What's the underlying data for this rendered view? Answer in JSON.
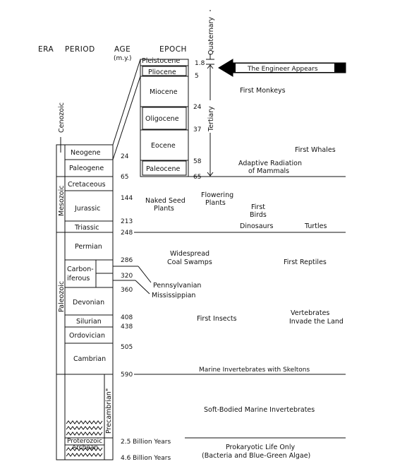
{
  "header": {
    "era": "ERA",
    "period": "PERIOD",
    "age": "AGE",
    "age_unit": "(m.y.)",
    "epoch": "EPOCH"
  },
  "eras": {
    "cenozoic": "Cenozoic",
    "mesozoic": "Mesozoic",
    "paleozoic": "Paleozoic",
    "precambrian": "Precambrian\""
  },
  "periods": {
    "neogene": "Neogene",
    "paleogene": "Paleogene",
    "cretaceous": "Cretaceous",
    "jurassic": "Jurassic",
    "triassic": "Triassic",
    "permian": "Permian",
    "carboniferous_1": "Carbon-",
    "carboniferous_2": "iferous",
    "devonian": "Devonian",
    "silurian": "Silurian",
    "ordovician": "Ordovician",
    "cambrian": "Cambrian",
    "proterozoic": "Proterozoic",
    "archean": "Archean",
    "pennsylvanian": "Pennsylvanian",
    "mississippian": "Mississippian"
  },
  "epochs": {
    "pleistocene": "Pleistocene",
    "pliocene": "Pliocene",
    "miocene": "Miocene",
    "oligocene": "Oligocene",
    "eocene": "Eocene",
    "paleocene": "Paleocene"
  },
  "subdivisions": {
    "quaternary": "Quaternary",
    "tertiary": "Tertiary"
  },
  "ages": {
    "a24": "24",
    "a65": "65",
    "a144": "144",
    "a213": "213",
    "a248": "248",
    "a286": "286",
    "a320": "320",
    "a360": "360",
    "a408": "408",
    "a438": "438",
    "a505": "505",
    "a590": "590",
    "b25": "2.5 Billion Years",
    "b46": "4.6 Billion Years",
    "e18": "1.8",
    "e5": "5",
    "e24": "24",
    "e37": "37",
    "e58": "58",
    "e65": "65"
  },
  "events": {
    "engineer": "The Engineer Appears",
    "monkeys": "First Monkeys",
    "whales": "First Whales",
    "adaptive_1": "Adaptive Radiation",
    "adaptive_2": "of Mammals",
    "naked_1": "Naked Seed",
    "naked_2": "Plants",
    "flowering_1": "Flowering",
    "flowering_2": "Plants",
    "birds_1": "First",
    "birds_2": "Birds",
    "dinosaurs": "Dinosaurs",
    "turtles": "Turtles",
    "swamps_1": "Widespread",
    "swamps_2": "Coal Swamps",
    "reptiles": "First Reptiles",
    "insects": "First Insects",
    "vert_1": "Vertebrates",
    "vert_2": "Invade the Land",
    "marine_inv": "Marine Invertebrates with Skeltons",
    "soft_bodied": "Soft-Bodied Marine Invertebrates",
    "prokaryotic": "Prokaryotic Life Only",
    "bacteria": "(Bacteria and Blue-Green Algae)"
  }
}
